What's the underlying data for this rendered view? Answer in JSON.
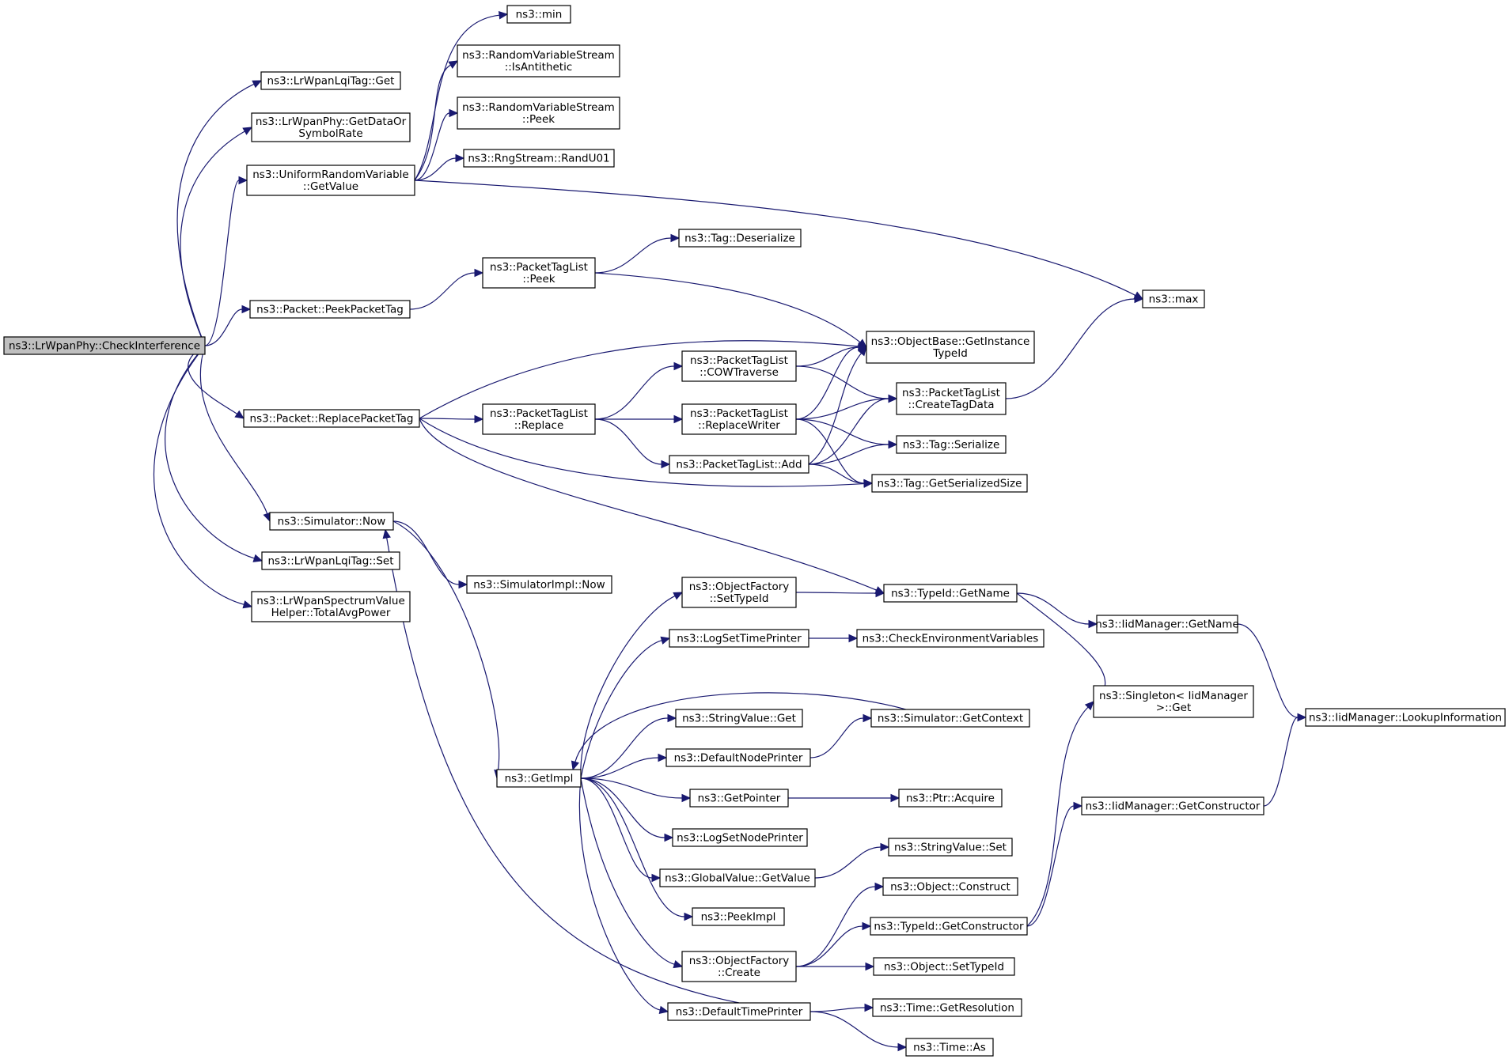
{
  "colors": {
    "edge": "#191970",
    "node_border": "#000000",
    "node_border_truncated": "#ff0000",
    "root_fill": "#bfbfbf",
    "node_fill": "#ffffff"
  },
  "nodes": [
    {
      "id": "checkinterference",
      "lines": [
        "ns3::LrWpanPhy::CheckInterference"
      ],
      "root": true
    },
    {
      "id": "lqitag-get",
      "lines": [
        "ns3::LrWpanLqiTag::Get"
      ]
    },
    {
      "id": "getdataorsymbolrate",
      "lines": [
        "ns3::LrWpanPhy::GetDataOr",
        "SymbolRate"
      ]
    },
    {
      "id": "uniform-getvalue",
      "lines": [
        "ns3::UniformRandomVariable",
        "::GetValue"
      ]
    },
    {
      "id": "peekpackettag",
      "lines": [
        "ns3::Packet::PeekPacketTag"
      ]
    },
    {
      "id": "replacepackettag",
      "lines": [
        "ns3::Packet::ReplacePacketTag"
      ]
    },
    {
      "id": "simulator-now",
      "lines": [
        "ns3::Simulator::Now"
      ]
    },
    {
      "id": "lqitag-set",
      "lines": [
        "ns3::LrWpanLqiTag::Set"
      ]
    },
    {
      "id": "totalavgpower",
      "lines": [
        "ns3::LrWpanSpectrumValue",
        "Helper::TotalAvgPower"
      ]
    },
    {
      "id": "min",
      "lines": [
        "ns3::min"
      ]
    },
    {
      "id": "isantithetic",
      "lines": [
        "ns3::RandomVariableStream",
        "::IsAntithetic"
      ]
    },
    {
      "id": "rvs-peek",
      "lines": [
        "ns3::RandomVariableStream",
        "::Peek"
      ]
    },
    {
      "id": "randu01",
      "lines": [
        "ns3::RngStream::RandU01"
      ]
    },
    {
      "id": "max",
      "lines": [
        "ns3::max"
      ]
    },
    {
      "id": "tag-deserialize",
      "lines": [
        "ns3::Tag::Deserialize"
      ]
    },
    {
      "id": "ptl-peek",
      "lines": [
        "ns3::PacketTagList",
        "::Peek"
      ]
    },
    {
      "id": "getinstancetypeid",
      "lines": [
        "ns3::ObjectBase::GetInstance",
        "TypeId"
      ]
    },
    {
      "id": "cowtraverse",
      "lines": [
        "ns3::PacketTagList",
        "::COWTraverse"
      ]
    },
    {
      "id": "createtagdata",
      "lines": [
        "ns3::PacketTagList",
        "::CreateTagData"
      ]
    },
    {
      "id": "ptl-replace",
      "lines": [
        "ns3::PacketTagList",
        "::Replace"
      ]
    },
    {
      "id": "replacewriter",
      "lines": [
        "ns3::PacketTagList",
        "::ReplaceWriter"
      ]
    },
    {
      "id": "tag-serialize",
      "lines": [
        "ns3::Tag::Serialize"
      ]
    },
    {
      "id": "ptl-add",
      "lines": [
        "ns3::PacketTagList::Add"
      ]
    },
    {
      "id": "getserializedsize",
      "lines": [
        "ns3::Tag::GetSerializedSize"
      ]
    },
    {
      "id": "simimpl-now",
      "lines": [
        "ns3::SimulatorImpl::Now"
      ]
    },
    {
      "id": "of-settypeid",
      "lines": [
        "ns3::ObjectFactory",
        "::SetTypeId"
      ]
    },
    {
      "id": "typeid-getname",
      "lines": [
        "ns3::TypeId::GetName"
      ]
    },
    {
      "id": "iid-getname",
      "lines": [
        "ns3::IidManager::GetName"
      ]
    },
    {
      "id": "logsettimeprinter",
      "lines": [
        "ns3::LogSetTimePrinter"
      ]
    },
    {
      "id": "checkenv",
      "lines": [
        "ns3::CheckEnvironmentVariables"
      ],
      "truncated": true
    },
    {
      "id": "singleton-get",
      "lines": [
        "ns3::Singleton< IidManager",
        ">::Get"
      ]
    },
    {
      "id": "lookupinformation",
      "lines": [
        "ns3::IidManager::LookupInformation"
      ]
    },
    {
      "id": "stringvalue-get",
      "lines": [
        "ns3::StringValue::Get"
      ]
    },
    {
      "id": "getcontext",
      "lines": [
        "ns3::Simulator::GetContext"
      ],
      "truncated": true
    },
    {
      "id": "defaultnodeprinter",
      "lines": [
        "ns3::DefaultNodePrinter"
      ]
    },
    {
      "id": "getimpl",
      "lines": [
        "ns3::GetImpl"
      ]
    },
    {
      "id": "getpointer",
      "lines": [
        "ns3::GetPointer"
      ]
    },
    {
      "id": "ptr-acquire",
      "lines": [
        "ns3::Ptr::Acquire"
      ]
    },
    {
      "id": "iid-getconstructor",
      "lines": [
        "ns3::IidManager::GetConstructor"
      ]
    },
    {
      "id": "logsetnodeprinter",
      "lines": [
        "ns3::LogSetNodePrinter"
      ]
    },
    {
      "id": "stringvalue-set",
      "lines": [
        "ns3::StringValue::Set"
      ]
    },
    {
      "id": "globalvalue-getvalue",
      "lines": [
        "ns3::GlobalValue::GetValue"
      ]
    },
    {
      "id": "object-construct",
      "lines": [
        "ns3::Object::Construct"
      ],
      "truncated": true
    },
    {
      "id": "peekimpl",
      "lines": [
        "ns3::PeekImpl"
      ]
    },
    {
      "id": "typeid-getconstructor",
      "lines": [
        "ns3::TypeId::GetConstructor"
      ]
    },
    {
      "id": "of-create",
      "lines": [
        "ns3::ObjectFactory",
        "::Create"
      ]
    },
    {
      "id": "object-settypeid",
      "lines": [
        "ns3::Object::SetTypeId"
      ],
      "truncated": true
    },
    {
      "id": "defaulttimeprinter",
      "lines": [
        "ns3::DefaultTimePrinter"
      ]
    },
    {
      "id": "time-getresolution",
      "lines": [
        "ns3::Time::GetResolution"
      ],
      "truncated": true
    },
    {
      "id": "time-as",
      "lines": [
        "ns3::Time::As"
      ]
    }
  ],
  "edges": [
    [
      "checkinterference",
      "lqitag-get"
    ],
    [
      "checkinterference",
      "getdataorsymbolrate"
    ],
    [
      "checkinterference",
      "uniform-getvalue"
    ],
    [
      "checkinterference",
      "peekpackettag"
    ],
    [
      "checkinterference",
      "replacepackettag"
    ],
    [
      "checkinterference",
      "simulator-now"
    ],
    [
      "checkinterference",
      "lqitag-set"
    ],
    [
      "checkinterference",
      "totalavgpower"
    ],
    [
      "uniform-getvalue",
      "min"
    ],
    [
      "uniform-getvalue",
      "isantithetic"
    ],
    [
      "uniform-getvalue",
      "rvs-peek"
    ],
    [
      "uniform-getvalue",
      "randu01"
    ],
    [
      "uniform-getvalue",
      "max"
    ],
    [
      "peekpackettag",
      "ptl-peek"
    ],
    [
      "ptl-peek",
      "tag-deserialize"
    ],
    [
      "ptl-peek",
      "getinstancetypeid"
    ],
    [
      "replacepackettag",
      "getinstancetypeid"
    ],
    [
      "replacepackettag",
      "ptl-replace"
    ],
    [
      "replacepackettag",
      "getserializedsize"
    ],
    [
      "replacepackettag",
      "typeid-getname"
    ],
    [
      "ptl-replace",
      "cowtraverse"
    ],
    [
      "ptl-replace",
      "replacewriter"
    ],
    [
      "ptl-replace",
      "ptl-add"
    ],
    [
      "cowtraverse",
      "getinstancetypeid"
    ],
    [
      "cowtraverse",
      "createtagdata"
    ],
    [
      "replacewriter",
      "getinstancetypeid"
    ],
    [
      "replacewriter",
      "createtagdata"
    ],
    [
      "replacewriter",
      "tag-serialize"
    ],
    [
      "replacewriter",
      "getserializedsize"
    ],
    [
      "ptl-add",
      "getinstancetypeid"
    ],
    [
      "ptl-add",
      "createtagdata"
    ],
    [
      "ptl-add",
      "tag-serialize"
    ],
    [
      "ptl-add",
      "getserializedsize"
    ],
    [
      "createtagdata",
      "max"
    ],
    [
      "simulator-now",
      "simimpl-now"
    ],
    [
      "simulator-now",
      "getimpl"
    ],
    [
      "getimpl",
      "of-settypeid"
    ],
    [
      "getimpl",
      "logsettimeprinter"
    ],
    [
      "getimpl",
      "stringvalue-get"
    ],
    [
      "getimpl",
      "defaultnodeprinter"
    ],
    [
      "getimpl",
      "getpointer"
    ],
    [
      "getimpl",
      "logsetnodeprinter"
    ],
    [
      "getimpl",
      "globalvalue-getvalue"
    ],
    [
      "getimpl",
      "peekimpl"
    ],
    [
      "getimpl",
      "of-create"
    ],
    [
      "getimpl",
      "defaulttimeprinter"
    ],
    [
      "getcontext",
      "getimpl"
    ],
    [
      "defaulttimeprinter",
      "simulator-now"
    ],
    [
      "defaulttimeprinter",
      "time-getresolution"
    ],
    [
      "defaulttimeprinter",
      "time-as"
    ],
    [
      "of-settypeid",
      "typeid-getname"
    ],
    [
      "typeid-getname",
      "iid-getname"
    ],
    [
      "typeid-getname",
      "singleton-get"
    ],
    [
      "iid-getname",
      "lookupinformation"
    ],
    [
      "logsettimeprinter",
      "checkenv"
    ],
    [
      "defaultnodeprinter",
      "getcontext"
    ],
    [
      "getpointer",
      "ptr-acquire"
    ],
    [
      "globalvalue-getvalue",
      "stringvalue-set"
    ],
    [
      "of-create",
      "object-construct"
    ],
    [
      "of-create",
      "typeid-getconstructor"
    ],
    [
      "of-create",
      "object-settypeid"
    ],
    [
      "typeid-getconstructor",
      "singleton-get"
    ],
    [
      "typeid-getconstructor",
      "iid-getconstructor"
    ],
    [
      "iid-getconstructor",
      "lookupinformation"
    ]
  ]
}
